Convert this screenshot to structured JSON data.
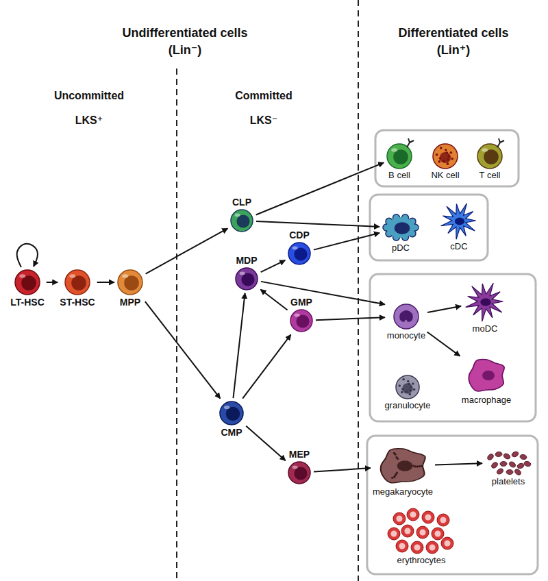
{
  "diagram": {
    "nodes": [
      {
        "text": [
          "LT-HSC"
        ]
      },
      {
        "text": [
          "ST-HSC"
        ]
      },
      {
        "text": [
          "MPP"
        ]
      },
      {
        "text": [
          "CLP"
        ]
      },
      {
        "text": [
          "MDP"
        ]
      },
      {
        "text": [
          "CDP"
        ]
      },
      {
        "text": [
          "GMP"
        ]
      },
      {
        "text": [
          "CMP"
        ]
      },
      {
        "text": [
          "MEP"
        ]
      },
      {
        "text": [
          "B cell"
        ]
      },
      {
        "text": [
          "NK cell"
        ]
      },
      {
        "text": [
          "T cell"
        ]
      },
      {
        "text": [
          "pDC"
        ]
      },
      {
        "text": [
          "cDC"
        ]
      },
      {
        "text": [
          "monocyte"
        ]
      },
      {
        "text": [
          "moDC"
        ]
      },
      {
        "text": [
          "granulocyte"
        ]
      },
      {
        "text": [
          "macrophage"
        ]
      },
      {
        "text": [
          "megakaryocyte"
        ]
      },
      {
        "text": [
          "platelets"
        ]
      },
      {
        "text": [
          "erythrocytes"
        ]
      }
    ],
    "edges": [
      {
        "from": 0,
        "to": 0,
        "arrow": "to"
      },
      {
        "from": 0,
        "to": 1,
        "arrow": "to"
      },
      {
        "from": 1,
        "to": 2,
        "arrow": "to"
      },
      {
        "from": 2,
        "to": 3,
        "arrow": "to"
      },
      {
        "from": 2,
        "to": 7,
        "arrow": "to"
      },
      {
        "from": 7,
        "to": 4,
        "arrow": "to"
      },
      {
        "from": 7,
        "to": 6,
        "arrow": "to"
      },
      {
        "from": 7,
        "to": 8,
        "arrow": "to"
      },
      {
        "from": 6,
        "to": 4,
        "arrow": "to"
      },
      {
        "from": 4,
        "to": 5,
        "arrow": "to"
      },
      {
        "from": 3,
        "to": 9,
        "arrow": "to"
      },
      {
        "from": 3,
        "to": 12,
        "arrow": "to"
      },
      {
        "from": 5,
        "to": 12,
        "arrow": "to"
      },
      {
        "from": 4,
        "to": 14,
        "arrow": "to"
      },
      {
        "from": 6,
        "to": 14,
        "arrow": "to"
      },
      {
        "from": 14,
        "to": 15,
        "arrow": "to"
      },
      {
        "from": 14,
        "to": 17,
        "arrow": "to"
      },
      {
        "from": 18,
        "to": 19,
        "arrow": "to"
      },
      {
        "from": 8,
        "to": 18,
        "arrow": "to"
      }
    ],
    "labels": [
      "Undifferentiated cells",
      "(Lin⁻)",
      "Differentiated cells",
      "(Lin⁺)",
      "Uncommitted",
      "LKS⁺",
      "Committed",
      "LKS⁻"
    ]
  }
}
